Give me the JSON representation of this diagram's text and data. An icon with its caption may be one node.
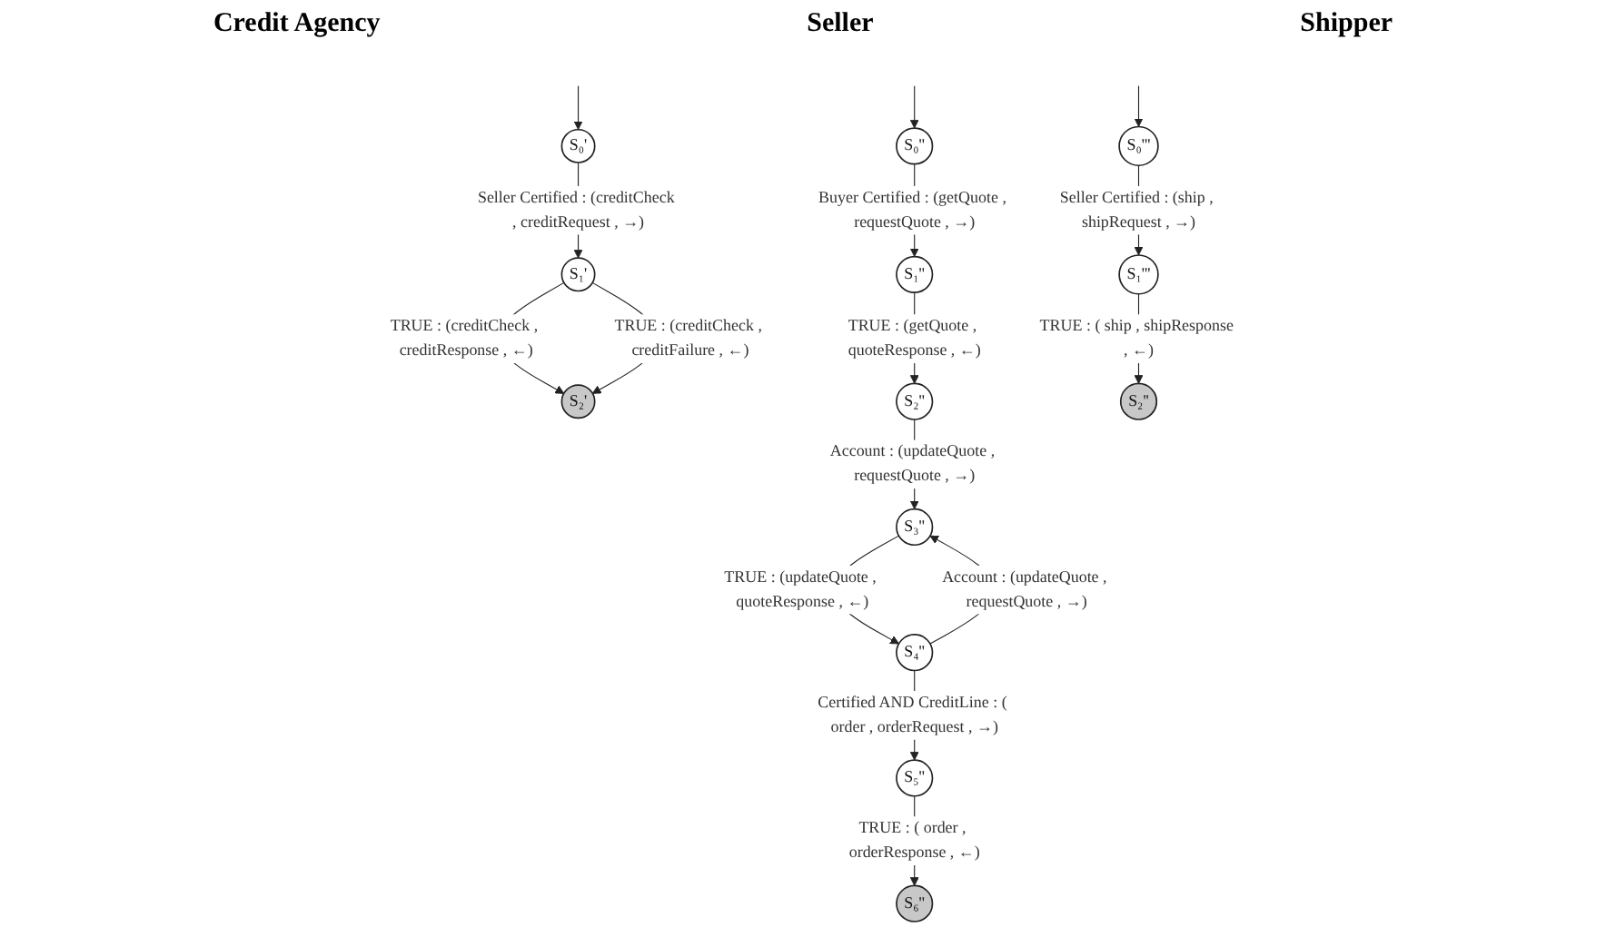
{
  "diagram": {
    "nodes": [
      {
        "text": [
          "S₀'"
        ]
      },
      {
        "text": [
          "S₁'"
        ]
      },
      {
        "text": [
          "S₂'"
        ]
      },
      {
        "text": [
          "S₀''"
        ]
      },
      {
        "text": [
          "S₁''"
        ]
      },
      {
        "text": [
          "S₂''"
        ]
      },
      {
        "text": [
          "S₃''"
        ]
      },
      {
        "text": [
          "S₄''"
        ]
      },
      {
        "text": [
          "S₅''"
        ]
      },
      {
        "text": [
          "S₆''"
        ]
      },
      {
        "text": [
          "S₀'''"
        ]
      },
      {
        "text": [
          "S₁'''"
        ]
      },
      {
        "text": [
          "S₂''"
        ]
      }
    ],
    "edges": [
      {
        "from": null,
        "to": 0,
        "arrow": "to"
      },
      {
        "from": 0,
        "to": 1,
        "arrow": "to",
        "label": "Seller Certified : (creditCheck , creditRequest , →)"
      },
      {
        "from": 1,
        "to": 2,
        "arrow": "to",
        "label": "TRUE : (creditCheck , creditResponse , ←)"
      },
      {
        "from": 1,
        "to": 2,
        "arrow": "to",
        "label": "TRUE : (creditCheck , creditFailure , ←)"
      },
      {
        "from": null,
        "to": 3,
        "arrow": "to"
      },
      {
        "from": 3,
        "to": 4,
        "arrow": "to",
        "label": "Buyer Certified : (getQuote , requestQuote , →)"
      },
      {
        "from": 4,
        "to": 5,
        "arrow": "to",
        "label": "TRUE : (getQuote , quoteResponse , ←)"
      },
      {
        "from": 5,
        "to": 6,
        "arrow": "to",
        "label": "Account : (updateQuote , requestQuote , →)"
      },
      {
        "from": 6,
        "to": 7,
        "arrow": "to",
        "label": "TRUE : (updateQuote , quoteResponse , ←)"
      },
      {
        "from": 7,
        "to": 6,
        "arrow": "to",
        "label": "Account : (updateQuote , requestQuote , →)"
      },
      {
        "from": 7,
        "to": 8,
        "arrow": "to",
        "label": "Certified AND CreditLine : ( order , orderRequest , →)"
      },
      {
        "from": 8,
        "to": 9,
        "arrow": "to",
        "label": "TRUE : ( order , orderResponse , ←)"
      },
      {
        "from": null,
        "to": 10,
        "arrow": "to"
      },
      {
        "from": 10,
        "to": 11,
        "arrow": "to",
        "label": "Seller Certified : (ship , shipRequest , →)"
      },
      {
        "from": 11,
        "to": 12,
        "arrow": "to",
        "label": "TRUE : ( ship , shipResponse , ←)"
      }
    ],
    "labels": [
      "Credit Agency",
      "Seller",
      "Shipper"
    ]
  }
}
